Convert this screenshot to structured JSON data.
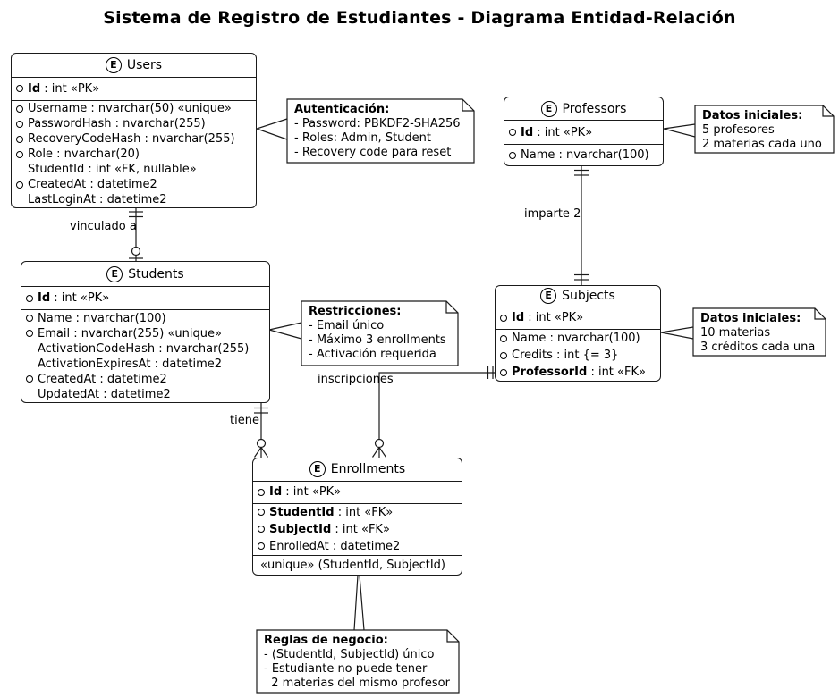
{
  "diagram": {
    "title": "Sistema de Registro de Estudiantes - Diagrama Entidad-Relación"
  },
  "entities": {
    "users": {
      "icon": "E",
      "name": "Users",
      "pk": {
        "name": "Id",
        "rest": " : int «PK»"
      },
      "fields": [
        {
          "name": "Username",
          "rest": " : nvarchar(50) «unique»"
        },
        {
          "name": "PasswordHash",
          "rest": " : nvarchar(255)"
        },
        {
          "name": "RecoveryCodeHash",
          "rest": " : nvarchar(255)"
        },
        {
          "name": "Role",
          "rest": " : nvarchar(20)"
        },
        {
          "name": "StudentId",
          "rest": " : int «FK, nullable»",
          "nocircle": true
        },
        {
          "name": "CreatedAt",
          "rest": " : datetime2"
        },
        {
          "name": "LastLoginAt",
          "rest": " : datetime2",
          "nocircle": true
        }
      ]
    },
    "professors": {
      "icon": "E",
      "name": "Professors",
      "pk": {
        "name": "Id",
        "rest": " : int «PK»"
      },
      "fields": [
        {
          "name": "Name",
          "rest": " : nvarchar(100)"
        }
      ]
    },
    "students": {
      "icon": "E",
      "name": "Students",
      "pk": {
        "name": "Id",
        "rest": " : int «PK»"
      },
      "fields": [
        {
          "name": "Name",
          "rest": " : nvarchar(100)"
        },
        {
          "name": "Email",
          "rest": " : nvarchar(255) «unique»"
        },
        {
          "name": "ActivationCodeHash",
          "rest": " : nvarchar(255)",
          "nocircle": true
        },
        {
          "name": "ActivationExpiresAt",
          "rest": " : datetime2",
          "nocircle": true
        },
        {
          "name": "CreatedAt",
          "rest": " : datetime2"
        },
        {
          "name": "UpdatedAt",
          "rest": " : datetime2",
          "nocircle": true
        }
      ]
    },
    "subjects": {
      "icon": "E",
      "name": "Subjects",
      "pk": {
        "name": "Id",
        "rest": " : int «PK»"
      },
      "fields": [
        {
          "name": "Name",
          "rest": " : nvarchar(100)"
        },
        {
          "name": "Credits",
          "rest": " : int {= 3}"
        },
        {
          "name": "ProfessorId",
          "rest": " : int «FK»",
          "bold": true
        }
      ]
    },
    "enrollments": {
      "icon": "E",
      "name": "Enrollments",
      "pk": {
        "name": "Id",
        "rest": " : int «PK»"
      },
      "fields": [
        {
          "name": "StudentId",
          "rest": " : int «FK»",
          "bold": true
        },
        {
          "name": "SubjectId",
          "rest": " : int «FK»",
          "bold": true
        },
        {
          "name": "EnrolledAt",
          "rest": " : datetime2"
        }
      ],
      "extra": "«unique» (StudentId, SubjectId)"
    }
  },
  "notes": {
    "auth": {
      "title": "Autenticación:",
      "lines": [
        "- Password: PBKDF2-SHA256",
        "- Roles: Admin, Student",
        "- Recovery code para reset"
      ]
    },
    "professors_seed": {
      "title": "Datos iniciales:",
      "lines": [
        "5 profesores",
        "2 materias cada uno"
      ]
    },
    "constraints": {
      "title": "Restricciones:",
      "lines": [
        "- Email único",
        "- Máximo 3 enrollments",
        "- Activación requerida"
      ]
    },
    "subjects_seed": {
      "title": "Datos iniciales:",
      "lines": [
        "10 materias",
        "3 créditos cada una"
      ]
    },
    "business_rules": {
      "title": "Reglas de negocio:",
      "lines": [
        "- (StudentId, SubjectId) único",
        "- Estudiante no puede tener",
        "  2 materias del mismo profesor"
      ]
    }
  },
  "edges": {
    "users_students": {
      "label": "vinculado a"
    },
    "professors_subjects": {
      "label": "imparte 2"
    },
    "students_enrollments": {
      "label": "tiene"
    },
    "subjects_enrollments": {
      "label": "inscripciones"
    }
  },
  "colors": {
    "line": "#1a1a1a",
    "background": "#ffffff",
    "text": "#000000"
  }
}
